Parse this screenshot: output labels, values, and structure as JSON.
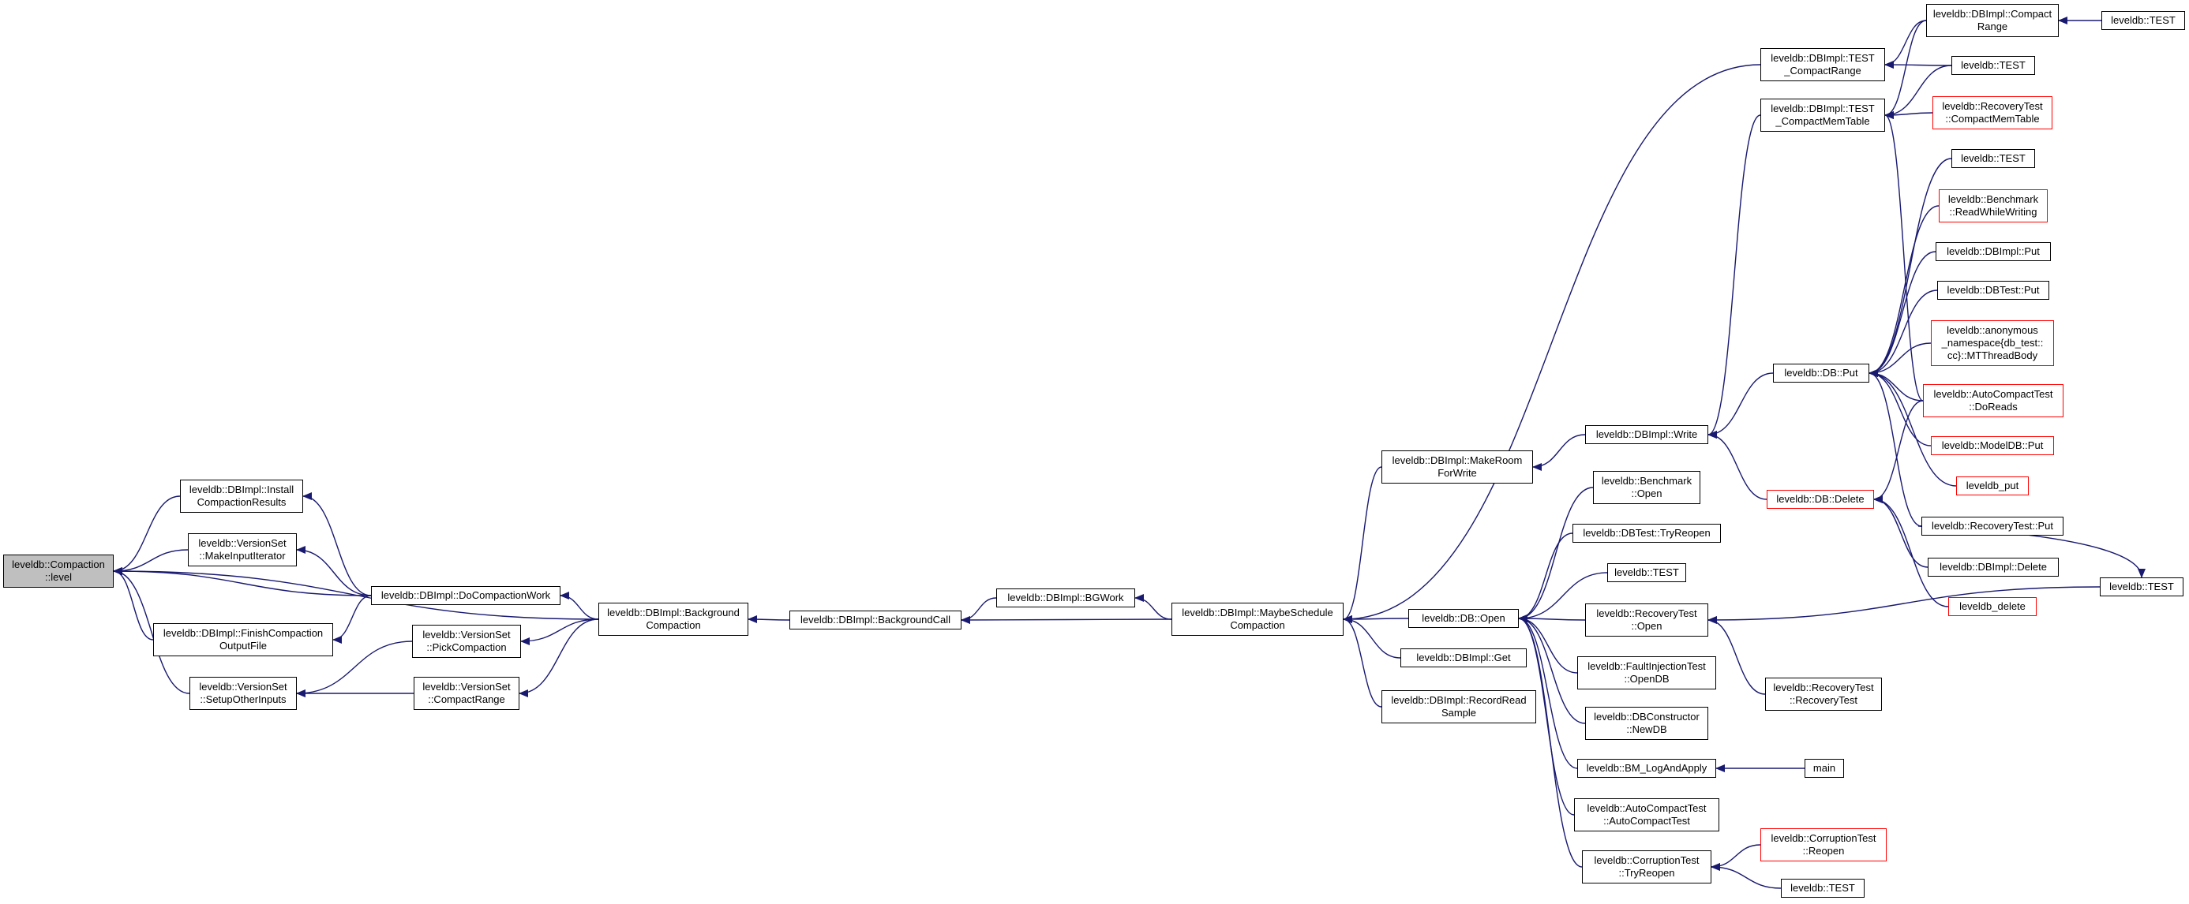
{
  "colors": {
    "edge": "#191970",
    "node_border": "#000000",
    "truncated_border": "#ff0000",
    "focus_fill": "#bfbfbf"
  },
  "nodes": {
    "n01": {
      "label": "leveldb::Compaction\n::level",
      "style": "focus"
    },
    "n02": {
      "label": "leveldb::DBImpl::Install\nCompactionResults",
      "style": "normal"
    },
    "n03": {
      "label": "leveldb::VersionSet\n::MakeInputIterator",
      "style": "normal"
    },
    "n04": {
      "label": "leveldb::DBImpl::FinishCompaction\nOutputFile",
      "style": "normal"
    },
    "n05": {
      "label": "leveldb::VersionSet\n::SetupOtherInputs",
      "style": "normal"
    },
    "n06": {
      "label": "leveldb::DBImpl::DoCompactionWork",
      "style": "normal"
    },
    "n07": {
      "label": "leveldb::VersionSet\n::PickCompaction",
      "style": "normal"
    },
    "n08": {
      "label": "leveldb::VersionSet\n::CompactRange",
      "style": "normal"
    },
    "n09": {
      "label": "leveldb::DBImpl::Background\nCompaction",
      "style": "normal"
    },
    "n10": {
      "label": "leveldb::DBImpl::BackgroundCall",
      "style": "normal"
    },
    "n11": {
      "label": "leveldb::DBImpl::BGWork",
      "style": "normal"
    },
    "n12": {
      "label": "leveldb::DBImpl::MaybeSchedule\nCompaction",
      "style": "normal"
    },
    "n13": {
      "label": "leveldb::DBImpl::MakeRoom\nForWrite",
      "style": "normal"
    },
    "n14": {
      "label": "leveldb::DB::Open",
      "style": "normal"
    },
    "n15": {
      "label": "leveldb::DBImpl::Get",
      "style": "normal"
    },
    "n16": {
      "label": "leveldb::DBImpl::RecordRead\nSample",
      "style": "normal"
    },
    "n17": {
      "label": "leveldb::DBImpl::Write",
      "style": "normal"
    },
    "n18": {
      "label": "leveldb::Benchmark\n::Open",
      "style": "normal"
    },
    "n19": {
      "label": "leveldb::DBTest::TryReopen",
      "style": "normal"
    },
    "n20": {
      "label": "leveldb::TEST",
      "style": "normal"
    },
    "n21": {
      "label": "leveldb::RecoveryTest\n::Open",
      "style": "normal"
    },
    "n22": {
      "label": "leveldb::FaultInjectionTest\n::OpenDB",
      "style": "normal"
    },
    "n23": {
      "label": "leveldb::DBConstructor\n::NewDB",
      "style": "normal"
    },
    "n24": {
      "label": "leveldb::BM_LogAndApply",
      "style": "normal"
    },
    "n25": {
      "label": "leveldb::AutoCompactTest\n::AutoCompactTest",
      "style": "normal"
    },
    "n26": {
      "label": "leveldb::CorruptionTest\n::TryReopen",
      "style": "normal"
    },
    "n27": {
      "label": "leveldb::DBImpl::TEST\n_CompactRange",
      "style": "normal"
    },
    "n28": {
      "label": "leveldb::DBImpl::TEST\n_CompactMemTable",
      "style": "normal"
    },
    "n29": {
      "label": "leveldb::DB::Put",
      "style": "normal"
    },
    "n30": {
      "label": "leveldb::DB::Delete",
      "style": "red"
    },
    "n31": {
      "label": "leveldb::RecoveryTest\n::RecoveryTest",
      "style": "normal"
    },
    "n32": {
      "label": "main",
      "style": "normal"
    },
    "n33": {
      "label": "leveldb::CorruptionTest\n::Reopen",
      "style": "red"
    },
    "n34": {
      "label": "leveldb::TEST",
      "style": "normal"
    },
    "n35": {
      "label": "leveldb::DBImpl::Compact\nRange",
      "style": "normal"
    },
    "n36": {
      "label": "leveldb::TEST",
      "style": "normal"
    },
    "n37": {
      "label": "leveldb::RecoveryTest\n::CompactMemTable",
      "style": "red"
    },
    "n38": {
      "label": "leveldb::TEST",
      "style": "normal"
    },
    "n39": {
      "label": "leveldb::Benchmark\n::ReadWhileWriting",
      "style": "red"
    },
    "n40": {
      "label": "leveldb::DBImpl::Put",
      "style": "normal"
    },
    "n41": {
      "label": "leveldb::DBTest::Put",
      "style": "normal"
    },
    "n42": {
      "label": "leveldb::anonymous\n_namespace{db_test::\ncc}::MTThreadBody",
      "style": "red"
    },
    "n43": {
      "label": "leveldb::AutoCompactTest\n::DoReads",
      "style": "red"
    },
    "n44": {
      "label": "leveldb::ModelDB::Put",
      "style": "red"
    },
    "n45": {
      "label": "leveldb_put",
      "style": "red"
    },
    "n46": {
      "label": "leveldb::RecoveryTest::Put",
      "style": "normal"
    },
    "n47": {
      "label": "leveldb::DBImpl::Delete",
      "style": "normal"
    },
    "n48": {
      "label": "leveldb_delete",
      "style": "red"
    },
    "n49": {
      "label": "leveldb::TEST",
      "style": "normal"
    },
    "n50": {
      "label": "leveldb::TEST",
      "style": "normal"
    }
  },
  "edges": [
    [
      "n02",
      "n01"
    ],
    [
      "n03",
      "n01"
    ],
    [
      "n04",
      "n01"
    ],
    [
      "n05",
      "n01"
    ],
    [
      "n06",
      "n01"
    ],
    [
      "n09",
      "n01"
    ],
    [
      "n06",
      "n02"
    ],
    [
      "n06",
      "n03"
    ],
    [
      "n06",
      "n04"
    ],
    [
      "n07",
      "n05"
    ],
    [
      "n08",
      "n05"
    ],
    [
      "n09",
      "n06"
    ],
    [
      "n09",
      "n07"
    ],
    [
      "n09",
      "n08"
    ],
    [
      "n10",
      "n09"
    ],
    [
      "n11",
      "n10"
    ],
    [
      "n12",
      "n11"
    ],
    [
      "n12",
      "n10"
    ],
    [
      "n13",
      "n12"
    ],
    [
      "n14",
      "n12"
    ],
    [
      "n15",
      "n12"
    ],
    [
      "n16",
      "n12"
    ],
    [
      "n27",
      "n12"
    ],
    [
      "n17",
      "n13"
    ],
    [
      "n29",
      "n17"
    ],
    [
      "n30",
      "n17"
    ],
    [
      "n28",
      "n17"
    ],
    [
      "n18",
      "n14"
    ],
    [
      "n19",
      "n14"
    ],
    [
      "n20",
      "n14"
    ],
    [
      "n21",
      "n14"
    ],
    [
      "n22",
      "n14"
    ],
    [
      "n23",
      "n14"
    ],
    [
      "n24",
      "n14"
    ],
    [
      "n25",
      "n14"
    ],
    [
      "n26",
      "n14"
    ],
    [
      "n35",
      "n27"
    ],
    [
      "n36",
      "n27"
    ],
    [
      "n35",
      "n28"
    ],
    [
      "n36",
      "n28"
    ],
    [
      "n37",
      "n28"
    ],
    [
      "n43",
      "n28"
    ],
    [
      "n38",
      "n29"
    ],
    [
      "n39",
      "n29"
    ],
    [
      "n40",
      "n29"
    ],
    [
      "n41",
      "n29"
    ],
    [
      "n42",
      "n29"
    ],
    [
      "n43",
      "n29"
    ],
    [
      "n44",
      "n29"
    ],
    [
      "n45",
      "n29"
    ],
    [
      "n46",
      "n29"
    ],
    [
      "n43",
      "n30"
    ],
    [
      "n47",
      "n30"
    ],
    [
      "n48",
      "n30"
    ],
    [
      "n46",
      "n49"
    ],
    [
      "n49",
      "n21"
    ],
    [
      "n31",
      "n21"
    ],
    [
      "n32",
      "n24"
    ],
    [
      "n33",
      "n26"
    ],
    [
      "n34",
      "n26"
    ],
    [
      "n50",
      "n35"
    ]
  ]
}
